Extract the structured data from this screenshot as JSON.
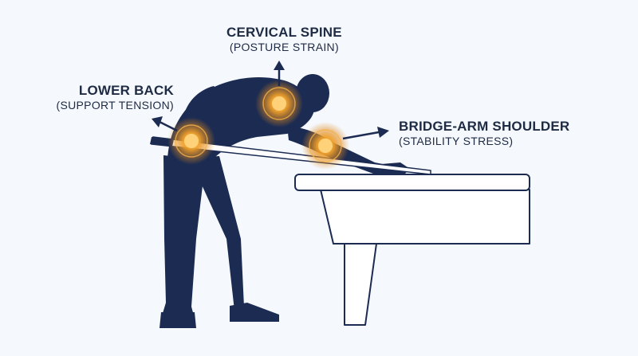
{
  "labels": {
    "cervical": {
      "title": "CERVICAL SPINE",
      "subtitle": "(POSTURE STRAIN)"
    },
    "lower_back": {
      "title": "LOWER BACK",
      "subtitle": "(SUPPORT TENSION)"
    },
    "bridge": {
      "title": "BRIDGE-ARM SHOULDER",
      "subtitle": "(STABILITY STRESS)"
    }
  },
  "colors": {
    "background": "#f5f8fc",
    "figure": "#1b2b52",
    "table_stroke": "#1b2b52",
    "table_fill": "#ffffff",
    "hotspot": "#f0a02a",
    "text": "#1e2b45"
  },
  "icons": [
    "arrow-up-icon",
    "arrow-left-icon",
    "arrow-right-icon",
    "pain-hotspot-icon"
  ]
}
